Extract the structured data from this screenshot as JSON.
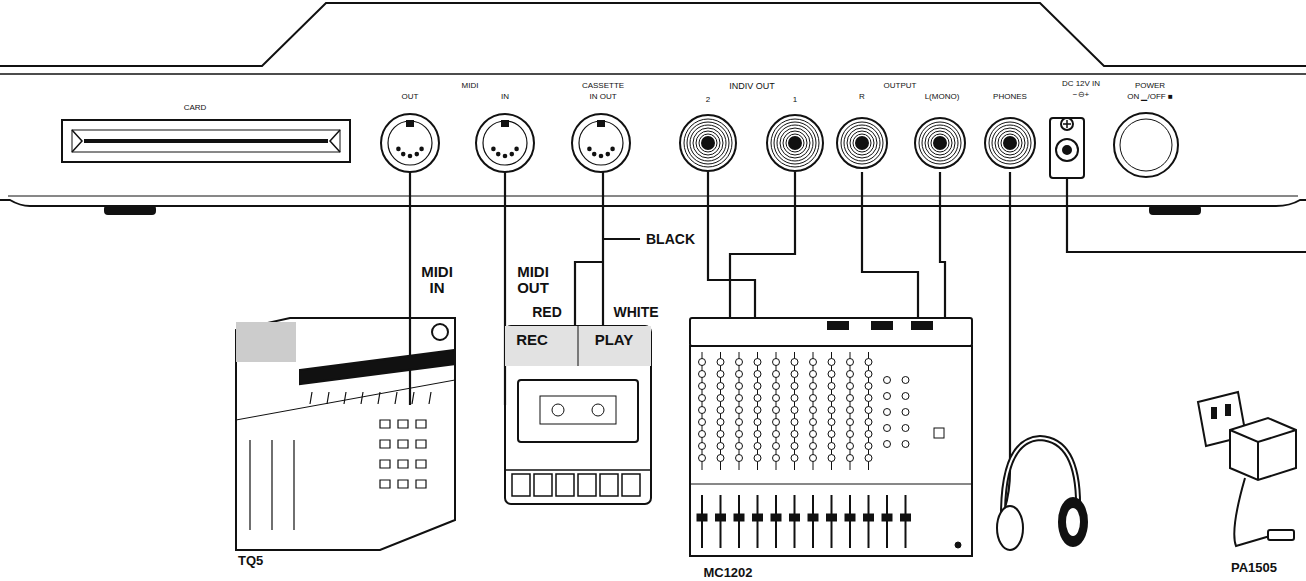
{
  "diagram": {
    "labels": [
      "CARD",
      "MIDI",
      "OUT",
      "IN",
      "CASSETTE",
      "IN OUT",
      "INDIV OUT",
      "2",
      "1",
      "OUTPUT",
      "R",
      "L(MONO)",
      "PHONES",
      "DC 12V IN",
      "−⊖+",
      "POWER",
      "ON ▁/OFF ■",
      "BLACK",
      "MIDI IN",
      "MIDI OUT",
      "RED",
      "WHITE",
      "REC",
      "PLAY",
      "TQ5",
      "MC1202",
      "PA1505"
    ]
  }
}
